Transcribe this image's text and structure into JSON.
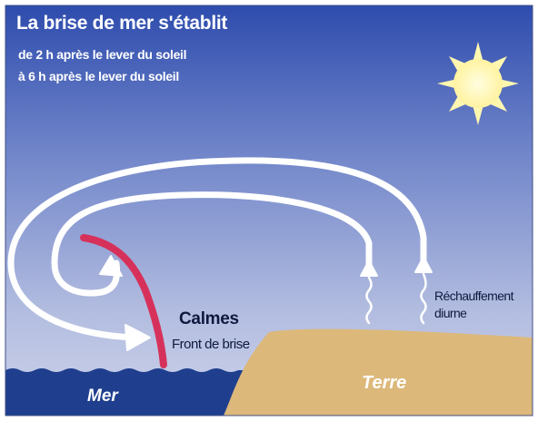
{
  "title": "La brise de mer s'établit",
  "subtitle_line1": "de 2 h après le lever du soleil",
  "subtitle_line2": "à 6 h après le lever du soleil",
  "labels": {
    "calmes": "Calmes",
    "front": "Front de brise",
    "rechauffement_line1": "Réchauffement",
    "rechauffement_line2": "diurne",
    "mer": "Mer",
    "terre": "Terre"
  },
  "icons": {
    "sun": "sun-icon"
  },
  "colors": {
    "sky_top": "#2f4fb0",
    "sky_bottom": "#c9d0e8",
    "sea": "#1f3f8e",
    "land": "#dcb87a",
    "front_line": "#d6315a",
    "sun": "#fff7b0",
    "arrows": "#ffffff"
  }
}
